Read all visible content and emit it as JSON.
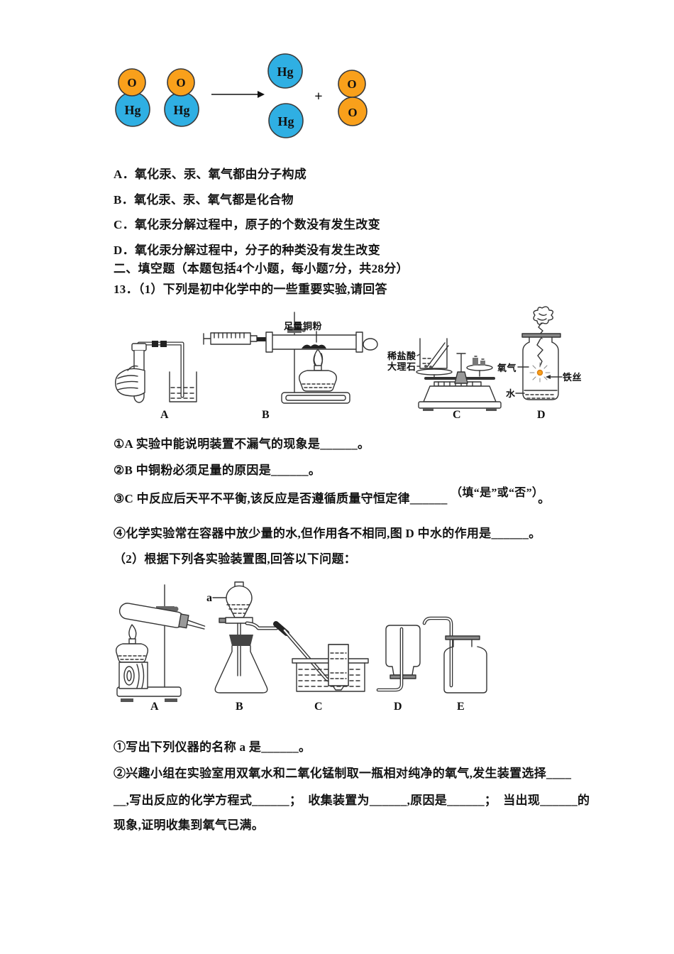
{
  "molecule": {
    "o_label": "O",
    "hg_label": "Hg",
    "plus": "+",
    "o_color": "#F9A01B",
    "hg_color": "#2FAFE3",
    "outline_color": "#3a3a3a"
  },
  "question12": {
    "options": [
      "A．氧化汞、汞、氧气都由分子构成",
      "B．氧化汞、汞、氧气都是化合物",
      "C．氧化汞分解过程中，原子的个数没有发生改变",
      "D．氧化汞分解过程中，分子的种类没有发生改变"
    ]
  },
  "section2": {
    "header": "二、填空题（本题包括4个小题，每小题7分，共28分）",
    "q13": {
      "intro": "13．（1）下列是初中化学中的一些重要实验,请回答",
      "figure1": {
        "labels": [
          "A",
          "B",
          "C",
          "D"
        ],
        "copper_label": "足量铜粉",
        "acid_label": "稀盐酸",
        "marble_label": "大理石",
        "oxygen_label": "氧气",
        "iron_label": "铁丝",
        "water_label": "水"
      },
      "sub1": "①A 实验中能说明装置不漏气的现象是______。",
      "sub2": "②B 中铜粉必须足量的原因是______。",
      "sub3_main": "③C 中反应后天平不平衡,该反应是否遵循质量守恒定律______ ",
      "sub3_sup": "（填“是”或“否”）",
      "sub3_end": "。",
      "sub4": "④化学实验常在容器中放少量的水,但作用各不相同,图 D 中水的作用是______。",
      "part2_intro": "（2）根据下列各实验装置图,回答以下问题：",
      "figure2": {
        "labels": [
          "A",
          "B",
          "C",
          "D",
          "E"
        ],
        "a_label": "a"
      },
      "sub5": "①写出下列仪器的名称 a 是______。",
      "sub6_line1": "②兴趣小组在实验室用双氧水和二氧化锰制取一瓶相对纯净的氧气,发生装置选择____",
      "sub6_line2": "__,写出反应的化学方程式______；  收集装置为______,原因是______；  当出现______的",
      "sub6_line3": "现象,证明收集到氧气已满。"
    }
  }
}
